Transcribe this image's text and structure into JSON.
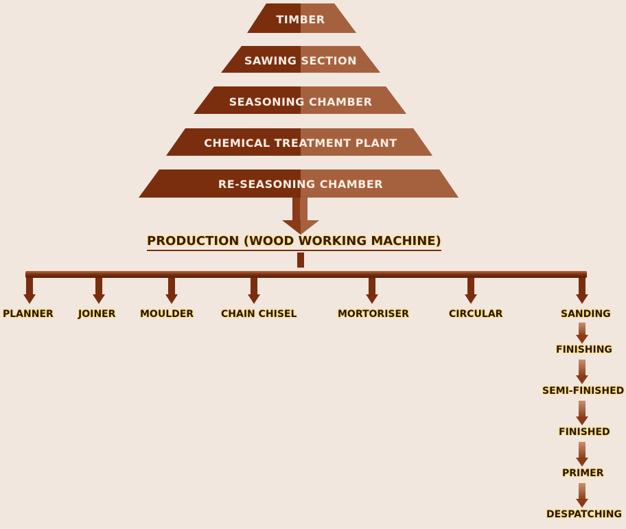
{
  "stages": [
    "TIMBER",
    "SAWING SECTION",
    "SEASONING CHAMBER",
    "CHEMICAL TREATMENT PLANT",
    "RE-SEASONING CHAMBER"
  ],
  "production_title": "PRODUCTION (WOOD WORKING MACHINE)",
  "machines": [
    "PLANNER",
    "JOINER",
    "MOULDER",
    "CHAIN CHISEL",
    "MORTORISER",
    "CIRCULAR",
    "SANDING"
  ],
  "finishing_steps": [
    "FINISHING",
    "SEMI-FINISHED",
    "FINISHED",
    "PRIMER",
    "DESPATCHING"
  ],
  "colors": {
    "dark_brown": "#7a2e0e",
    "light_brown": "#a5613e",
    "background": "#f2e7df",
    "label_glow": "#ffe07a"
  }
}
